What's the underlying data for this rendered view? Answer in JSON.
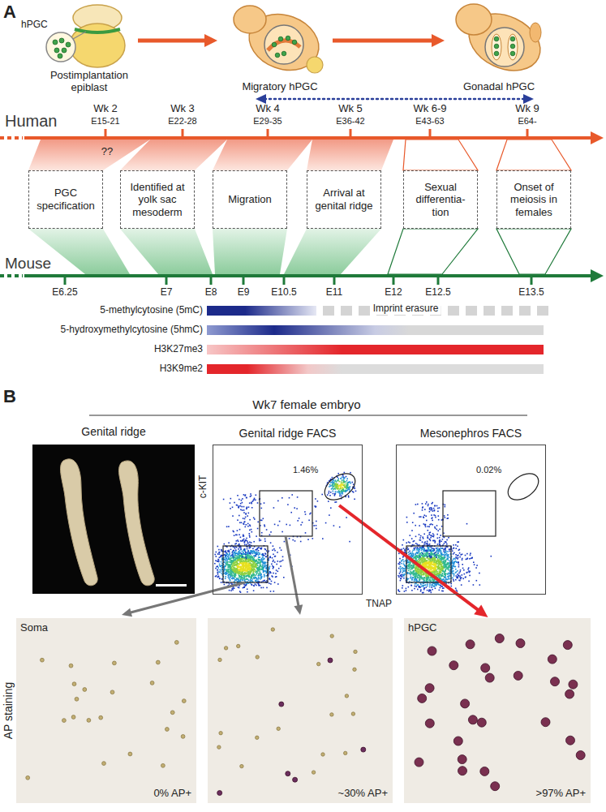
{
  "diagram": {
    "nodes": [
      {
        "text": [
          "PGC specification"
        ]
      },
      {
        "text": [
          "Identified at yolk sac mesoderm"
        ]
      },
      {
        "text": [
          "Migration"
        ]
      },
      {
        "text": [
          "Arrival at genital ridge"
        ]
      },
      {
        "text": [
          "Sexual differentia-tion"
        ]
      },
      {
        "text": [
          "Onset of meiosis in females"
        ]
      },
      {
        "text": [
          "Genital ridge FACS"
        ]
      },
      {
        "text": [
          "1.46%"
        ],
        "in": 6
      },
      {
        "text": [
          "Mesonephros FACS"
        ]
      },
      {
        "text": [
          "0.02%"
        ],
        "in": 8
      },
      {
        "text": [
          "Soma",
          "0% AP+"
        ]
      },
      {
        "text": [
          "~30% AP+"
        ]
      },
      {
        "text": [
          "hPGC",
          ">97% AP+"
        ]
      }
    ],
    "edges": [
      {
        "from": 7,
        "to": 12,
        "arrow": "to"
      }
    ],
    "labels": [
      "A",
      "hPGC",
      "Postimplantation epiblast",
      "Migratory hPGC",
      "Gonadal hPGC",
      "Human",
      "Wk 2",
      "E15-21",
      "Wk 3",
      "E22-28",
      "Wk 4",
      "E29-35",
      "Wk 5",
      "E36-42",
      "Wk 6-9",
      "E43-63",
      "Wk 9",
      "E64-",
      "??",
      "Mouse",
      "E6.25",
      "E7",
      "E8",
      "E9",
      "E10.5",
      "E11",
      "E12",
      "E12.5",
      "E13.5",
      "5-methylcytosine (5mC)",
      "Imprint erasure",
      "5-hydroxymethylcytosine (5hmC)",
      "H3K27me3",
      "H3K9me2",
      "B",
      "Wk7 female embryo",
      "Genital ridge",
      "c-KIT",
      "TNAP",
      "AP staining"
    ]
  }
}
